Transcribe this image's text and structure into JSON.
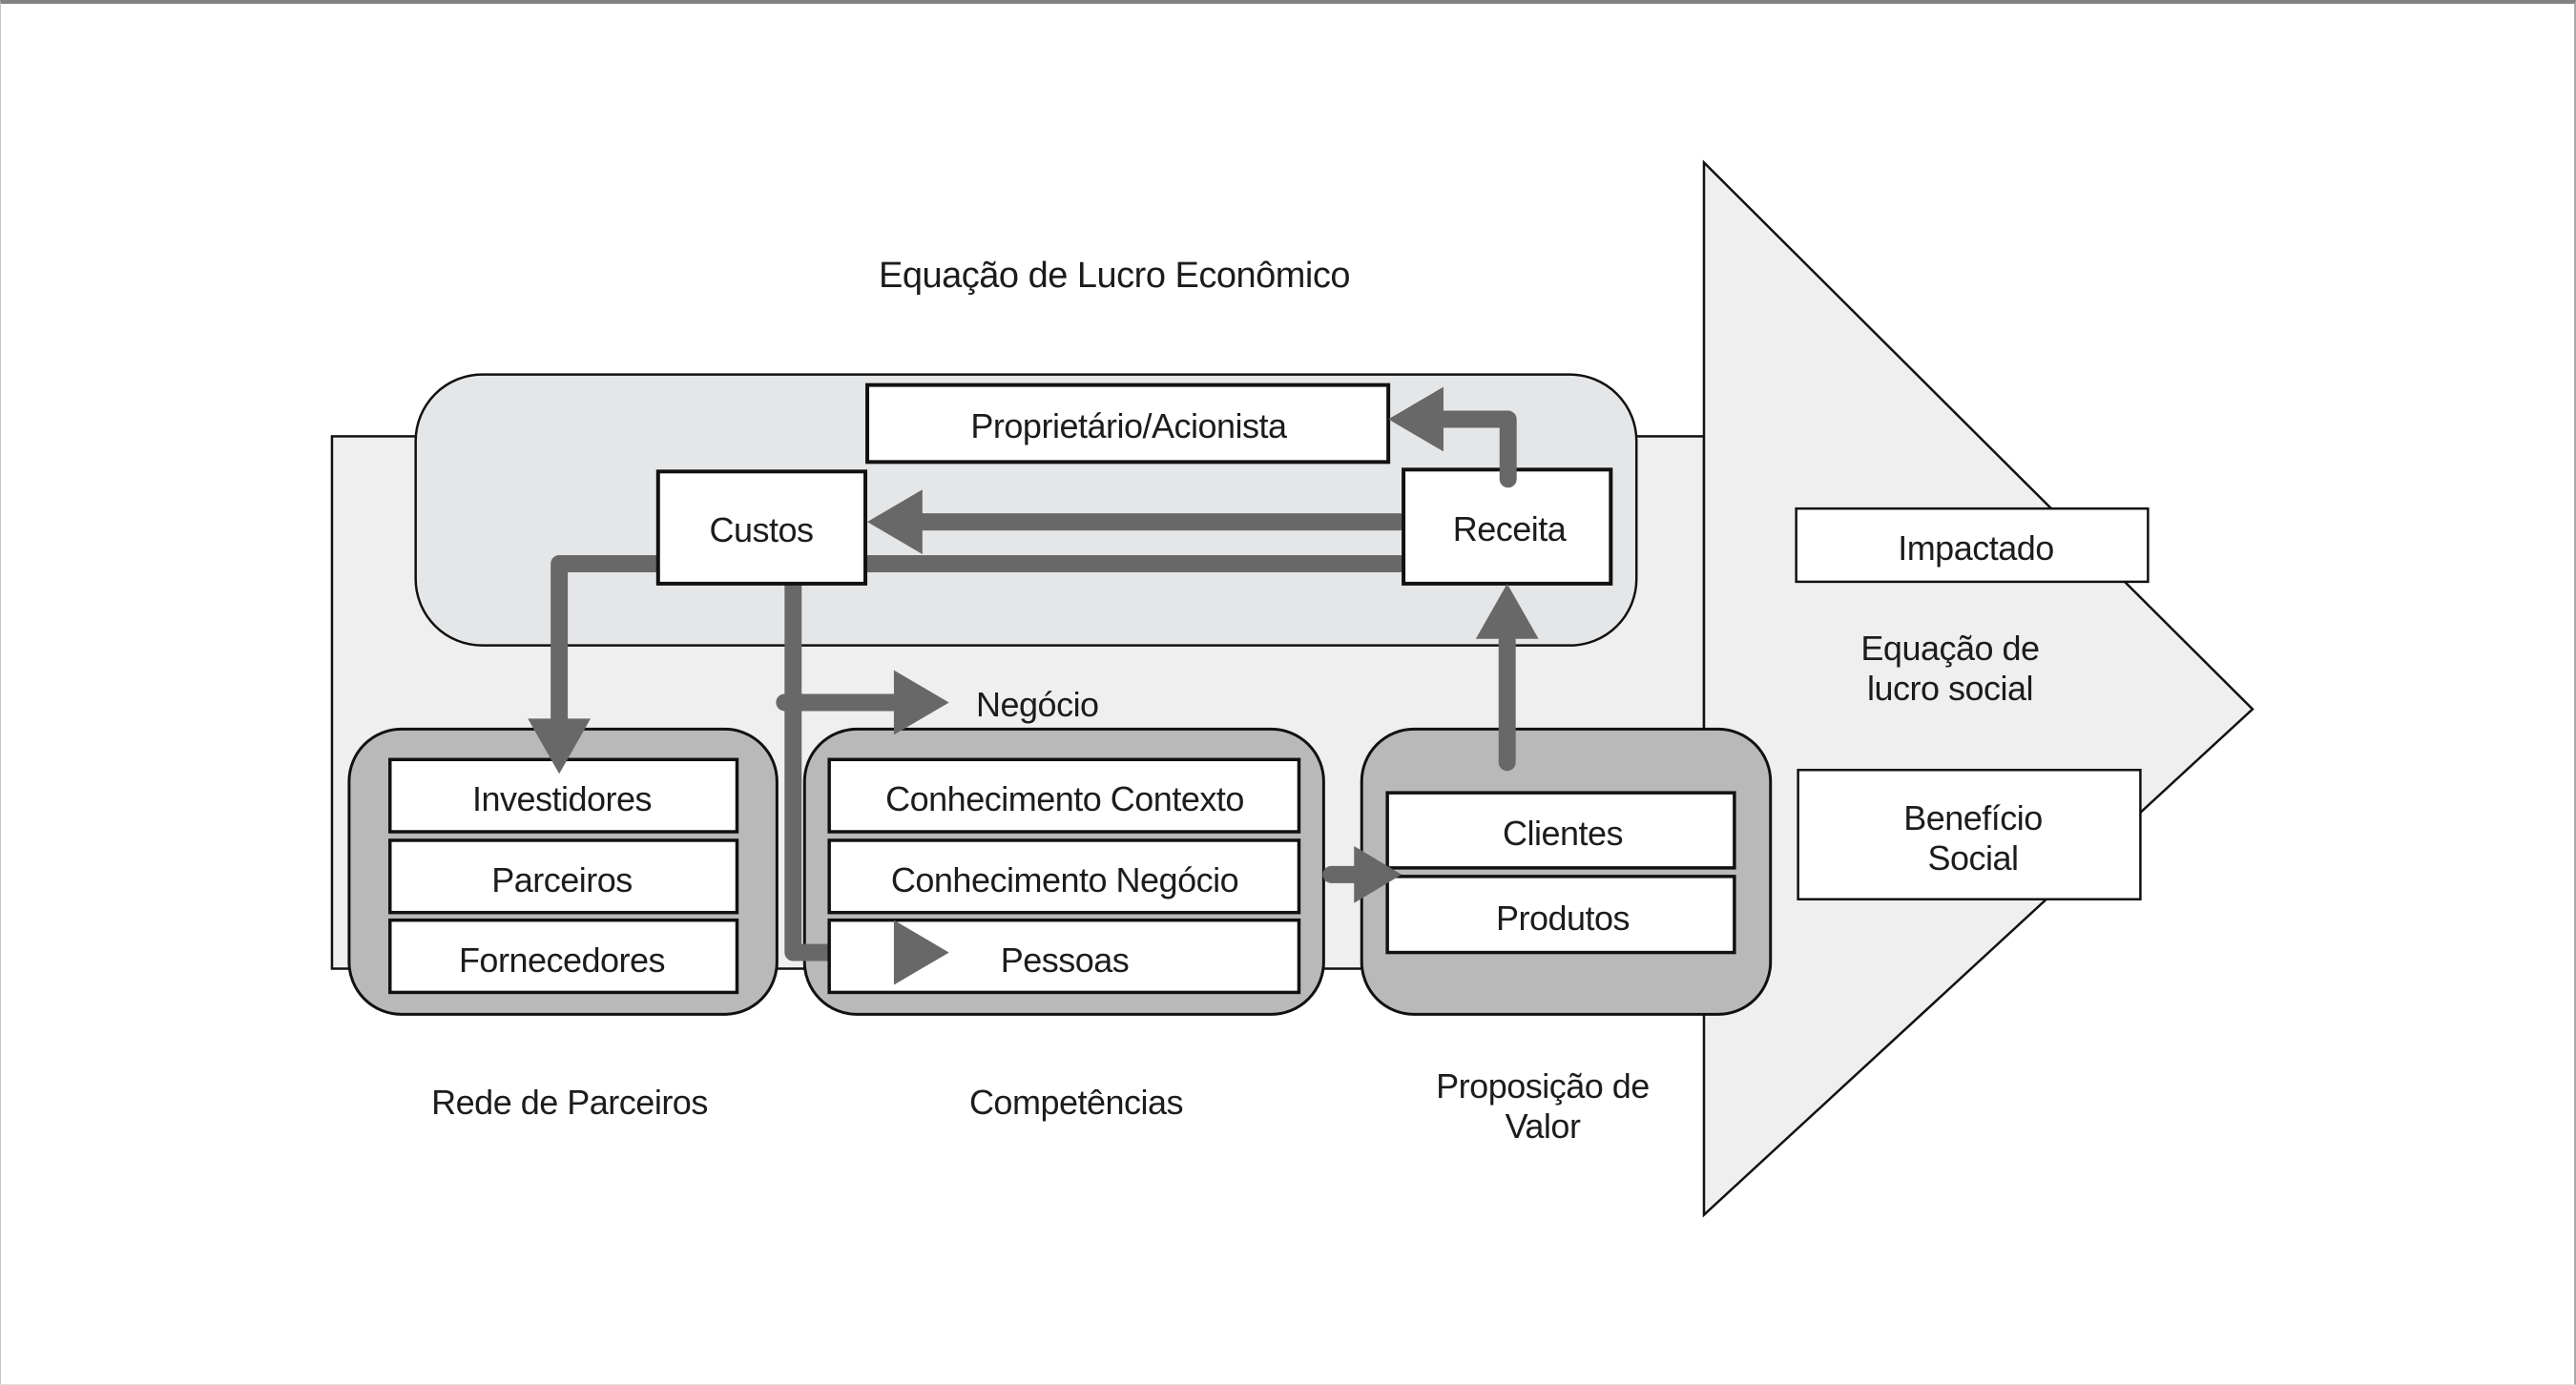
{
  "diagram": {
    "title": "Equação de Lucro Econômico",
    "economic_group": {
      "proprietario": "Proprietário/Acionista",
      "custos": "Custos",
      "receita": "Receita"
    },
    "negocio_label": "Negócio",
    "partners": {
      "caption": "Rede de Parceiros",
      "items": [
        "Investidores",
        "Parceiros",
        "Fornecedores"
      ]
    },
    "competencias": {
      "caption": "Competências",
      "items": [
        "Conhecimento Contexto",
        "Conhecimento Negócio",
        "Pessoas"
      ]
    },
    "proposicao": {
      "caption_line1": "Proposição de",
      "caption_line2": "Valor",
      "items": [
        "Clientes",
        "Produtos"
      ]
    },
    "social_arrow": {
      "impactado": "Impactado",
      "equacao_line1": "Equação de",
      "equacao_line2": "lucro social",
      "beneficio_line1": "Benefício",
      "beneficio_line2": "Social"
    }
  },
  "colors": {
    "ink": "#111111",
    "conn": "#686868",
    "band": "#efeff0",
    "group-light": "#e5e6e8",
    "group-dark": "#b9b9ba",
    "node-fill": "#ffffff",
    "text": "#1c1c1c",
    "frame-top": "#828282"
  }
}
